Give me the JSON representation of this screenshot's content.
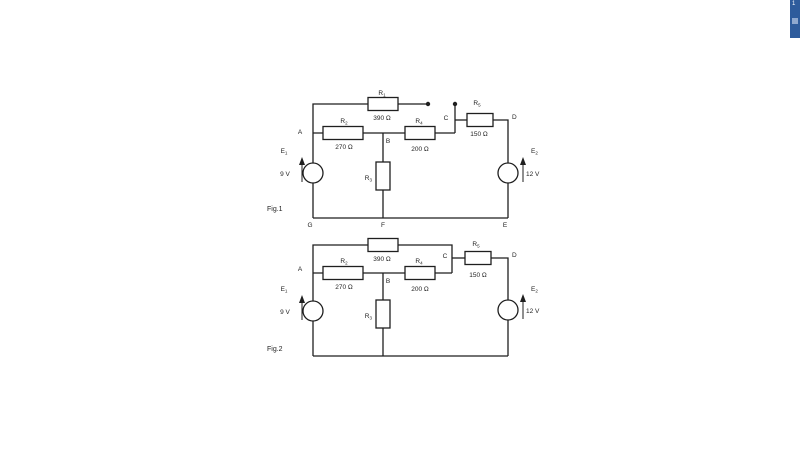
{
  "side_panel": {
    "page_number": "1",
    "color": "#2e5c9c"
  },
  "fig1": {
    "caption": "Fig.1",
    "nodes": {
      "a": "A",
      "b": "B",
      "c": "C",
      "d": "D",
      "e": "E",
      "f": "F",
      "g": "G"
    },
    "r1": {
      "name": "R",
      "sub": "1",
      "value": "390 Ω"
    },
    "r2": {
      "name": "R",
      "sub": "2",
      "value": "270 Ω"
    },
    "r3": {
      "name": "R",
      "sub": "3"
    },
    "r4": {
      "name": "R",
      "sub": "4",
      "value": "200 Ω"
    },
    "r5": {
      "name": "R",
      "sub": "5",
      "value": "150 Ω"
    },
    "e1": {
      "name": "E",
      "sub": "1",
      "value": "9 V"
    },
    "e2": {
      "name": "E",
      "sub": "2",
      "value": "12 V"
    }
  },
  "fig2": {
    "caption": "Fig.2",
    "nodes": {
      "a": "A",
      "b": "B",
      "c": "C",
      "d": "D"
    },
    "r1": {
      "value": "390 Ω"
    },
    "r2": {
      "name": "R",
      "sub": "2",
      "value": "270 Ω"
    },
    "r3": {
      "name": "R",
      "sub": "3"
    },
    "r4": {
      "name": "R",
      "sub": "4",
      "value": "200 Ω"
    },
    "r5": {
      "name": "R",
      "sub": "5",
      "value": "150 Ω"
    },
    "e1": {
      "name": "E",
      "sub": "1",
      "value": "9 V"
    },
    "e2": {
      "name": "E",
      "sub": "2",
      "value": "12 V"
    }
  }
}
